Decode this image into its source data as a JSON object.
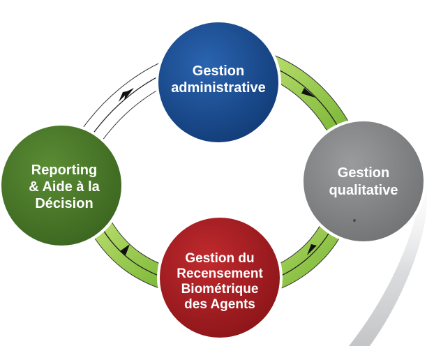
{
  "diagram": {
    "nodes": {
      "admin": {
        "lines": [
          "Gestion",
          "administrative"
        ],
        "color": "#1a4d94"
      },
      "quality": {
        "lines": [
          "Gestion",
          "qualitative"
        ],
        "color": "#8a8b8d"
      },
      "census": {
        "lines": [
          "Gestion du",
          "Recensement",
          "Biométrique",
          "des Agents"
        ],
        "color": "#a81e22"
      },
      "reporting": {
        "lines": [
          "Reporting",
          "& Aide à la",
          "Décision"
        ],
        "color": "#4a7a2a"
      }
    },
    "cycle_colors": {
      "active_band": "#8cc63f",
      "inactive_band": "#ffffff",
      "arrow": "#111111"
    }
  }
}
